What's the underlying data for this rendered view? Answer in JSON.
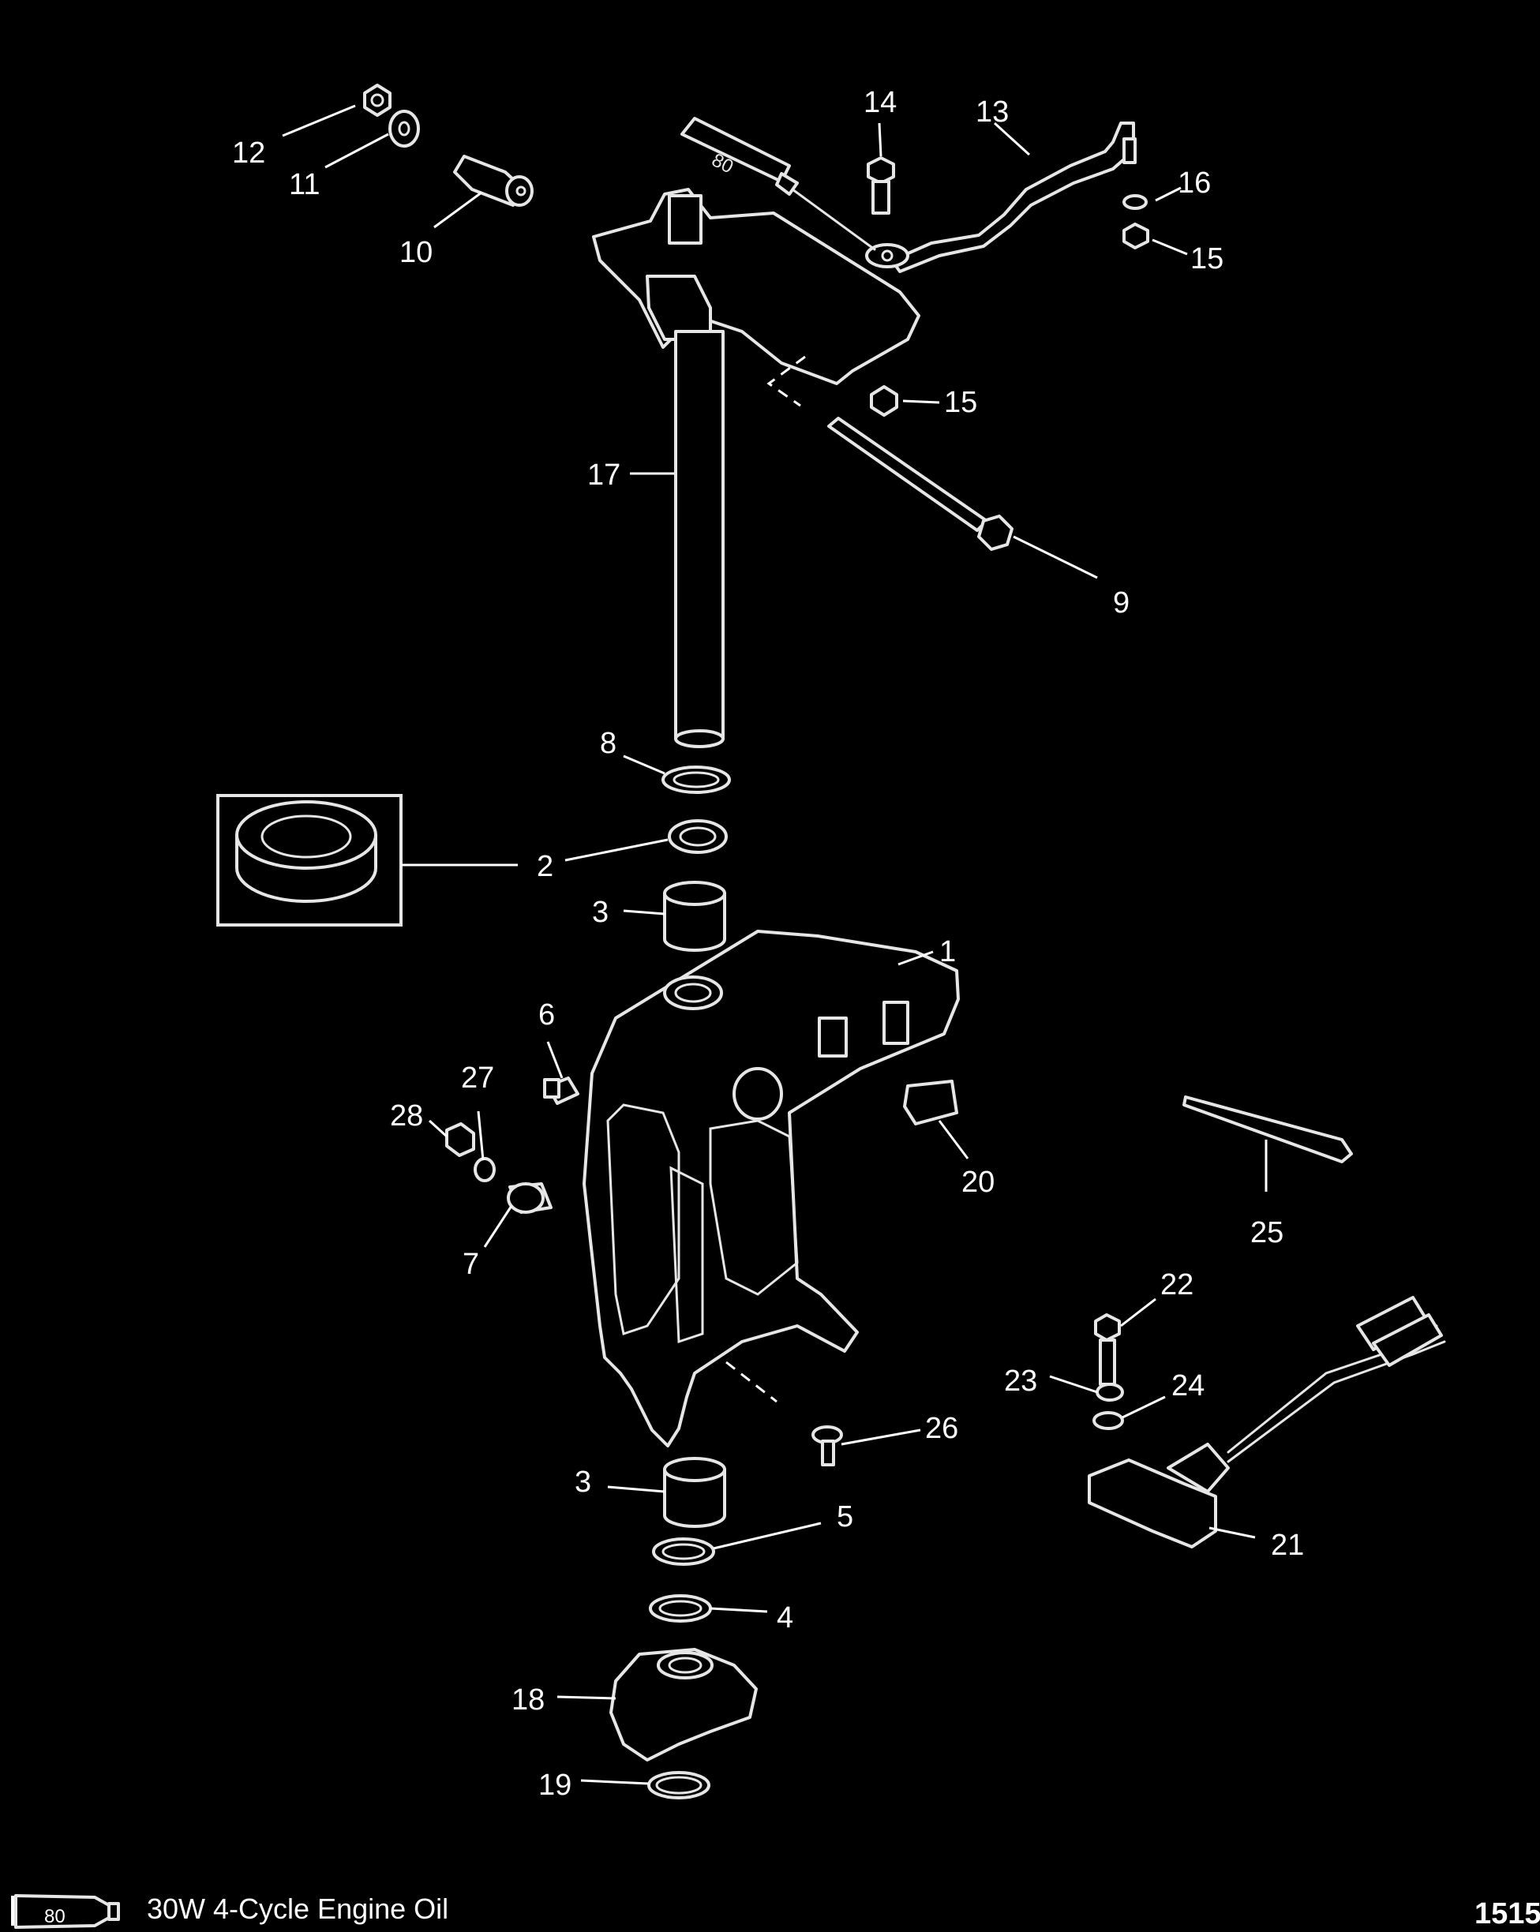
{
  "callouts": {
    "c1": "1",
    "c2": "2",
    "c3a": "3",
    "c3b": "3",
    "c4": "4",
    "c5": "5",
    "c6": "6",
    "c7": "7",
    "c8": "8",
    "c9": "9",
    "c10": "10",
    "c11": "11",
    "c12": "12",
    "c13": "13",
    "c14": "14",
    "c15a": "15",
    "c15b": "15",
    "c16": "16",
    "c17": "17",
    "c18": "18",
    "c19": "19",
    "c20": "20",
    "c21": "21",
    "c22": "22",
    "c23": "23",
    "c24": "24",
    "c25": "25",
    "c26": "26",
    "c27": "27",
    "c28": "28"
  },
  "lubricant": {
    "code": "80",
    "description": "30W 4-Cycle Engine Oil"
  },
  "page_number": "1515"
}
